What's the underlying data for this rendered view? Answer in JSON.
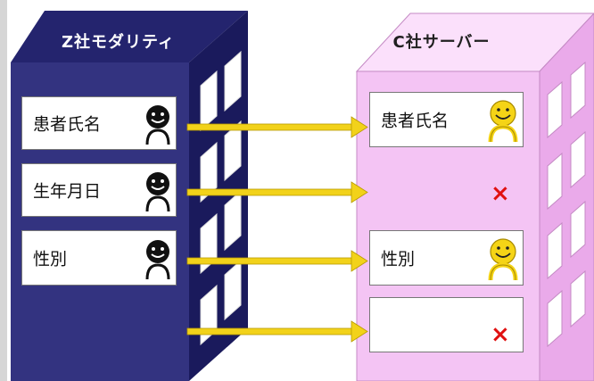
{
  "left_server": {
    "title": "Z社モダリティ",
    "colors": {
      "front": "#333380",
      "top": "#24246e",
      "side": "#1a1a5c"
    },
    "fields": [
      {
        "label": "患者氏名",
        "icon": "face-black-icon"
      },
      {
        "label": "生年月日",
        "icon": "face-black-icon"
      },
      {
        "label": "性別",
        "icon": "face-black-icon"
      }
    ]
  },
  "right_server": {
    "title": "C社サーバー",
    "colors": {
      "front": "#f4c4f4",
      "top": "#fbe0fb",
      "side": "#eaaaea"
    },
    "fields": [
      {
        "label": "患者氏名",
        "icon": "face-yellow-icon",
        "present": true
      },
      {
        "label": "",
        "icon": "x-mark-icon",
        "present": false
      },
      {
        "label": "性別",
        "icon": "face-yellow-icon",
        "present": true
      },
      {
        "label": "",
        "icon": "x-mark-icon",
        "present": false
      }
    ]
  },
  "arrow_color": "#f2d21a",
  "missing_mark": "×"
}
